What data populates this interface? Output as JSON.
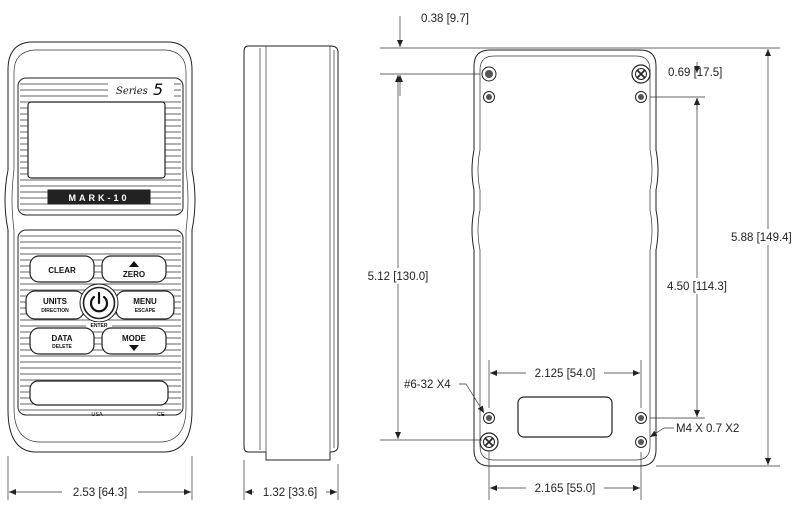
{
  "front_view": {
    "series_label": "Series",
    "series_number": "5",
    "brand": "MARK-10",
    "buttons": {
      "clear": "CLEAR",
      "zero": "ZERO",
      "units": "UNITS",
      "units_sub": "DIRECTION",
      "menu": "MENU",
      "menu_sub": "ESCAPE",
      "enter": "ENTER",
      "data": "DATA",
      "data_sub": "DELETE",
      "mode": "MODE"
    },
    "origin_label": "USA",
    "ce_mark": "CE",
    "width_dim": "2.53 [64.3]"
  },
  "side_view": {
    "depth_dim": "1.32 [33.6]"
  },
  "back_view": {
    "top_offset_dim": "0.38 [9.7]",
    "hole_offset_dim": "0.69 [17.5]",
    "hole_height_dim": "5.12 [130.0]",
    "overall_height_dim": "5.88 [149.4]",
    "inner_height_dim": "4.50 [114.3]",
    "inner_width_dim": "2.125 [54.0]",
    "screw_label": "#6-32 X4",
    "mount_label": "M4 X 0.7 X2",
    "outer_width_dim": "2.165 [55.0]"
  }
}
